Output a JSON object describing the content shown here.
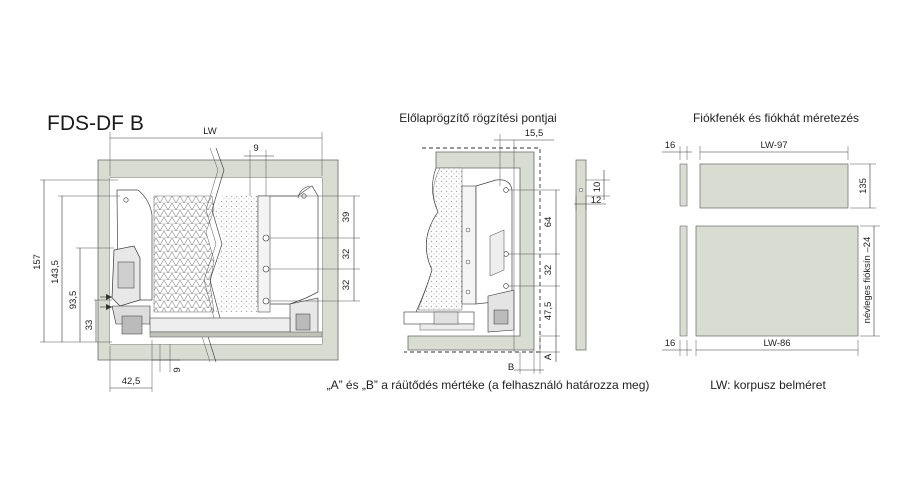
{
  "title": "FDS-DF B",
  "captions": {
    "front_fixing": "Előlaprögzítő rögzítési pontjai",
    "bottom_back": "Fiókfenék és fiókhát méretezés",
    "note_ab": "„A” és „B” a ráütődés mértéke (a felhasználó határozza meg)",
    "note_lw": "LW: korpusz belméret"
  },
  "left_dims": {
    "lw": "LW",
    "d9_top": "9",
    "d39": "39",
    "d32a": "32",
    "d32b": "32",
    "d157": "157",
    "d143_5": "143,5",
    "d93_5": "93,5",
    "d33": "33",
    "d9_bottom": "9",
    "d42_5": "42,5"
  },
  "mid_dims": {
    "d15_5": "15,5",
    "d64": "64",
    "d32": "32",
    "d47_5": "47,5",
    "b": "B",
    "a": "A",
    "d10": "10",
    "d12": "12"
  },
  "right_dims": {
    "d16_top": "16",
    "lw97": "LW-97",
    "d135": "135",
    "rail_note": "névleges fióksín –24",
    "d16_bottom": "16",
    "lw86": "LW-86"
  },
  "colors": {
    "panel": "#d9ddd1",
    "line": "#333333"
  }
}
